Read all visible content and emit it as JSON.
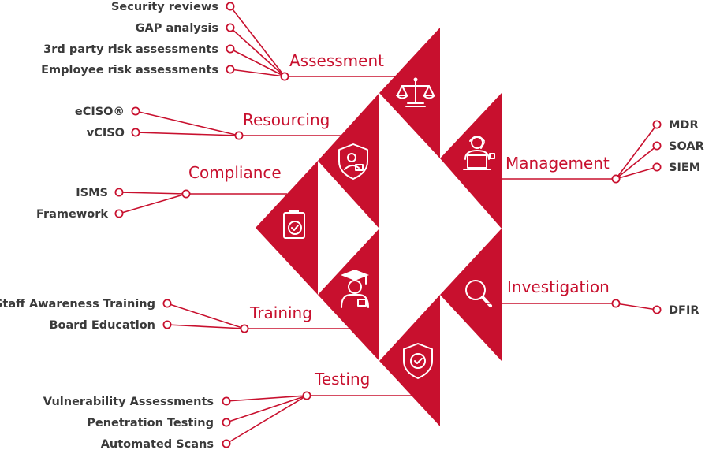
{
  "colors": {
    "accent": "#c8102e",
    "text": "#3a3a3a",
    "background": "#ffffff"
  },
  "categories": {
    "assessment": {
      "label": "Assessment",
      "icon": "scales-icon",
      "items": [
        "Security reviews",
        "GAP analysis",
        "3rd party risk assessments",
        "Employee risk assessments"
      ]
    },
    "resourcing": {
      "label": "Resourcing",
      "icon": "shield-user-icon",
      "items": [
        "eCISO®",
        "vCISO"
      ]
    },
    "compliance": {
      "label": "Compliance",
      "icon": "clipboard-check-icon",
      "items": [
        "ISMS",
        "Framework"
      ]
    },
    "training": {
      "label": "Training",
      "icon": "graduate-icon",
      "items": [
        "Staff Awareness Training",
        "Board Education"
      ]
    },
    "testing": {
      "label": "Testing",
      "icon": "shield-check-icon",
      "items": [
        "Vulnerability Assessments",
        "Penetration Testing",
        "Automated Scans"
      ]
    },
    "management": {
      "label": "Management",
      "icon": "operator-laptop-icon",
      "items": [
        "MDR",
        "SOAR",
        "SIEM"
      ]
    },
    "investigation": {
      "label": "Investigation",
      "icon": "magnifier-icon",
      "items": [
        "DFIR"
      ]
    }
  }
}
